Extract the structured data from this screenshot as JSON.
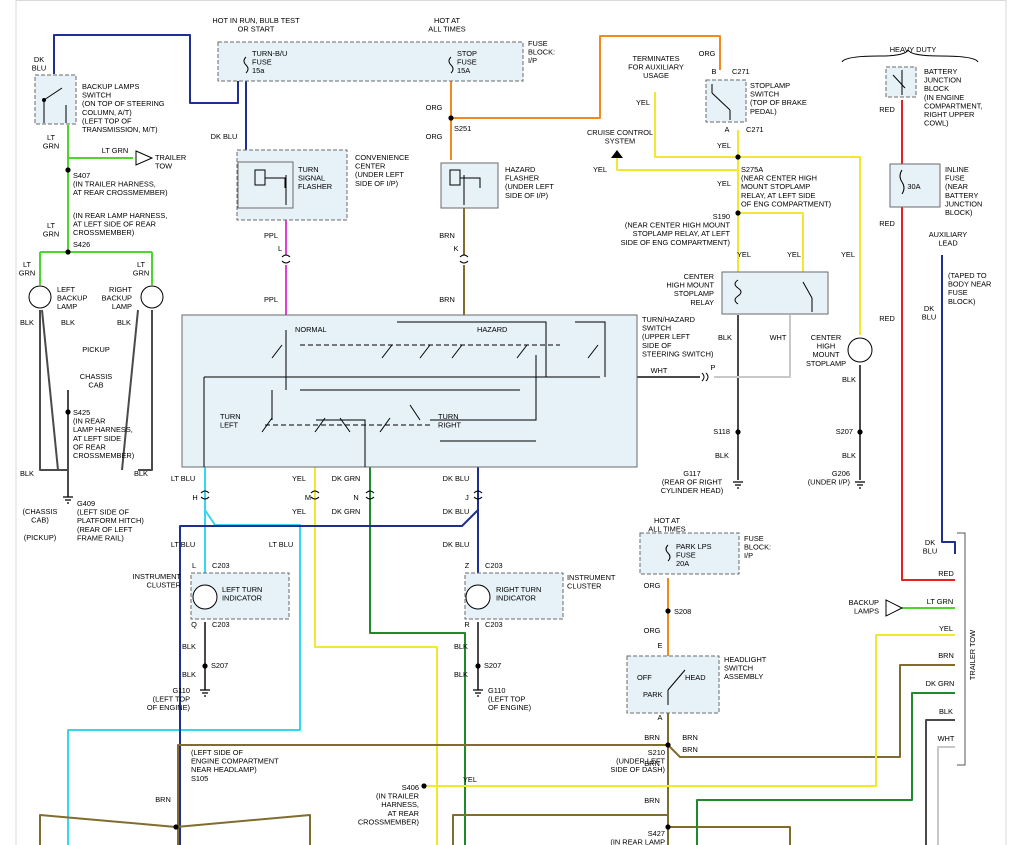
{
  "border_color": "#d9d9d9",
  "colors": {
    "dk_blu": "#1f2f8f",
    "lt_blu": "#37d6f0",
    "lt_grn": "#4ed62c",
    "dk_grn": "#1e8a30",
    "ppl": "#e040d0",
    "brn": "#806d2e",
    "org": "#f08a1c",
    "yel": "#f2e830",
    "red": "#e62020",
    "blk": "#4a4a4a",
    "wht": "#c8c8c8",
    "box_fill": "#e6f1f8",
    "box_stroke": "#6a6a6a"
  },
  "texts": [
    {
      "id": "hot-run",
      "lines": [
        "HOT IN RUN, BULB TEST",
        "OR START"
      ],
      "anchor": "middle"
    },
    {
      "id": "hot-all-times-top",
      "lines": [
        "HOT AT",
        "ALL TIMES"
      ],
      "anchor": "middle"
    },
    {
      "id": "fuse-block-ip",
      "lines": [
        "FUSE",
        "BLOCK:",
        "I/P"
      ],
      "anchor": "start"
    },
    {
      "id": "turn-bu-fuse",
      "lines": [
        "TURN-B/U",
        "FUSE",
        "15a"
      ],
      "anchor": "start"
    },
    {
      "id": "stop-fuse",
      "lines": [
        "STOP",
        "FUSE",
        "15A"
      ],
      "anchor": "start"
    },
    {
      "id": "dk-blu-top",
      "lines": [
        "DK",
        "BLU"
      ],
      "anchor": "middle"
    },
    {
      "id": "backup-switch",
      "lines": [
        "BACKUP LAMPS",
        "SWITCH",
        "(ON TOP OF STEERING",
        "COLUMN, A/T)",
        "(LEFT TOP OF",
        "TRANSMISSION, M/T)"
      ],
      "anchor": "start"
    },
    {
      "id": "lt-grn-1",
      "lines": [
        "LT",
        "GRN"
      ],
      "anchor": "middle"
    },
    {
      "id": "lt-grn-trailer",
      "lines": [
        "LT GRN"
      ],
      "anchor": "middle"
    },
    {
      "id": "trailer-tow",
      "lines": [
        "TRAILER",
        "TOW"
      ],
      "anchor": "start"
    },
    {
      "id": "s407",
      "lines": [
        "S407",
        "(IN TRAILER HARNESS,",
        "AT REAR CROSSMEMBER)"
      ],
      "anchor": "start"
    },
    {
      "id": "rear-lamp-harness",
      "lines": [
        "(IN REAR LAMP HARNESS,",
        "AT LEFT SIDE OF REAR",
        "CROSSMEMBER)"
      ],
      "anchor": "start"
    },
    {
      "id": "lt-grn-2",
      "lines": [
        "LT",
        "GRN"
      ],
      "anchor": "middle"
    },
    {
      "id": "s426",
      "lines": [
        "S426"
      ],
      "anchor": "start"
    },
    {
      "id": "lt-grn-3",
      "lines": [
        "LT",
        "GRN"
      ],
      "anchor": "middle"
    },
    {
      "id": "lt-grn-4",
      "lines": [
        "LT",
        "GRN"
      ],
      "anchor": "middle"
    },
    {
      "id": "left-backup-lamp",
      "lines": [
        "LEFT",
        "BACKUP",
        "LAMP"
      ],
      "anchor": "start"
    },
    {
      "id": "right-backup-lamp",
      "lines": [
        "RIGHT",
        "BACKUP",
        "LAMP"
      ],
      "anchor": "end"
    },
    {
      "id": "blk-l1",
      "lines": [
        "BLK"
      ],
      "anchor": "middle"
    },
    {
      "id": "blk-l2",
      "lines": [
        "BLK"
      ],
      "anchor": "middle"
    },
    {
      "id": "blk-r1",
      "lines": [
        "BLK"
      ],
      "anchor": "middle"
    },
    {
      "id": "pickup-1",
      "lines": [
        "PICKUP"
      ],
      "anchor": "middle"
    },
    {
      "id": "chassis-cab",
      "lines": [
        "CHASSIS",
        "CAB"
      ],
      "anchor": "middle"
    },
    {
      "id": "s425",
      "lines": [
        "S425",
        "(IN REAR",
        "LAMP HARNESS,",
        "AT LEFT SIDE",
        "OF REAR",
        "CROSSMEMBER)"
      ],
      "anchor": "start"
    },
    {
      "id": "blk-l3",
      "lines": [
        "BLK"
      ],
      "anchor": "middle"
    },
    {
      "id": "blk-r2",
      "lines": [
        "BLK"
      ],
      "anchor": "middle"
    },
    {
      "id": "chassis-cab-2",
      "lines": [
        "(CHASSIS",
        "CAB)"
      ],
      "anchor": "middle"
    },
    {
      "id": "g409",
      "lines": [
        "G409",
        "(LEFT SIDE OF",
        "PLATFORM HITCH)",
        "(REAR OF LEFT",
        "FRAME RAIL)"
      ],
      "anchor": "start"
    },
    {
      "id": "pickup-2",
      "lines": [
        "(PICKUP)"
      ],
      "anchor": "middle"
    },
    {
      "id": "dk-blu-2",
      "lines": [
        "DK BLU"
      ],
      "anchor": "middle"
    },
    {
      "id": "conv-center",
      "lines": [
        "CONVENIENCE",
        "CENTER",
        "(UNDER LEFT",
        "SIDE OF I/P)"
      ],
      "anchor": "start"
    },
    {
      "id": "turn-flasher",
      "lines": [
        "TURN",
        "SIGNAL",
        "FLASHER"
      ],
      "anchor": "start"
    },
    {
      "id": "org-1",
      "lines": [
        "ORG"
      ],
      "anchor": "middle"
    },
    {
      "id": "org-2",
      "lines": [
        "ORG"
      ],
      "anchor": "middle"
    },
    {
      "id": "s251",
      "lines": [
        "S251"
      ],
      "anchor": "start"
    },
    {
      "id": "hazard-flasher",
      "lines": [
        "HAZARD",
        "FLASHER",
        "(UNDER LEFT",
        "SIDE OF I/P)"
      ],
      "anchor": "start"
    },
    {
      "id": "ppl-1",
      "lines": [
        "PPL"
      ],
      "anchor": "middle"
    },
    {
      "id": "l-conn",
      "lines": [
        "L"
      ],
      "anchor": "middle"
    },
    {
      "id": "ppl-2",
      "lines": [
        "PPL"
      ],
      "anchor": "middle"
    },
    {
      "id": "brn-1",
      "lines": [
        "BRN"
      ],
      "anchor": "middle"
    },
    {
      "id": "k-conn",
      "lines": [
        "K"
      ],
      "anchor": "middle"
    },
    {
      "id": "brn-2",
      "lines": [
        "BRN"
      ],
      "anchor": "middle"
    },
    {
      "id": "normal",
      "lines": [
        "NORMAL"
      ],
      "anchor": "start"
    },
    {
      "id": "hazard",
      "lines": [
        "HAZARD"
      ],
      "anchor": "start"
    },
    {
      "id": "turn-left",
      "lines": [
        "TURN",
        "LEFT"
      ],
      "anchor": "start"
    },
    {
      "id": "turn-right",
      "lines": [
        "TURN",
        "RIGHT"
      ],
      "anchor": "start"
    },
    {
      "id": "turn-hazard-sw",
      "lines": [
        "TURN/HAZARD",
        "SWITCH",
        "(UPPER LEFT",
        "SIDE OF",
        "STEERING SWITCH)"
      ],
      "anchor": "start"
    },
    {
      "id": "wht-1",
      "lines": [
        "WHT"
      ],
      "anchor": "middle"
    },
    {
      "id": "p-conn",
      "lines": [
        "P"
      ],
      "anchor": "middle"
    },
    {
      "id": "terminates",
      "lines": [
        "TERMINATES",
        "FOR AUXILIARY",
        "USAGE"
      ],
      "anchor": "middle"
    },
    {
      "id": "org-3",
      "lines": [
        "ORG"
      ],
      "anchor": "middle"
    },
    {
      "id": "b-conn",
      "lines": [
        "B"
      ],
      "anchor": "middle"
    },
    {
      "id": "c271-1",
      "lines": [
        "C271"
      ],
      "anchor": "start"
    },
    {
      "id": "stoplamp-switch",
      "lines": [
        "STOPLAMP",
        "SWITCH",
        "(TOP OF BRAKE",
        "PEDAL)"
      ],
      "anchor": "start"
    },
    {
      "id": "yel-1",
      "lines": [
        "YEL"
      ],
      "anchor": "middle"
    },
    {
      "id": "a-conn-1",
      "lines": [
        "A"
      ],
      "anchor": "middle"
    },
    {
      "id": "c271-2",
      "lines": [
        "C271"
      ],
      "anchor": "start"
    },
    {
      "id": "cruise-control",
      "lines": [
        "CRUISE CONTROL",
        "SYSTEM"
      ],
      "anchor": "middle"
    },
    {
      "id": "yel-2",
      "lines": [
        "YEL"
      ],
      "anchor": "middle"
    },
    {
      "id": "yel-3",
      "lines": [
        "YEL"
      ],
      "anchor": "middle"
    },
    {
      "id": "yel-4",
      "lines": [
        "YEL"
      ],
      "anchor": "middle"
    },
    {
      "id": "s275a",
      "lines": [
        "S275A",
        "(NEAR CENTER HIGH",
        "MOUNT STOPLAMP",
        "RELAY, AT LEFT SIDE",
        "OF ENG COMPARTMENT)"
      ],
      "anchor": "start"
    },
    {
      "id": "s190",
      "lines": [
        "S190",
        "(NEAR CENTER HIGH MOUNT",
        "STOPLAMP RELAY, AT LEFT",
        "SIDE OF ENG COMPARTMENT)"
      ],
      "anchor": "end"
    },
    {
      "id": "yel-5",
      "lines": [
        "YEL"
      ],
      "anchor": "middle"
    },
    {
      "id": "yel-6",
      "lines": [
        "YEL"
      ],
      "anchor": "middle"
    },
    {
      "id": "yel-7",
      "lines": [
        "YEL"
      ],
      "anchor": "middle"
    },
    {
      "id": "chmsl-relay",
      "lines": [
        "CENTER",
        "HIGH MOUNT",
        "STOPLAMP",
        "RELAY"
      ],
      "anchor": "end"
    },
    {
      "id": "blk-2",
      "lines": [
        "BLK"
      ],
      "anchor": "middle"
    },
    {
      "id": "wht-2",
      "lines": [
        "WHT"
      ],
      "anchor": "middle"
    },
    {
      "id": "center-high-mount",
      "lines": [
        "CENTER",
        "HIGH",
        "MOUNT",
        "STOPLAMP"
      ],
      "anchor": "middle"
    },
    {
      "id": "blk-3",
      "lines": [
        "BLK"
      ],
      "anchor": "middle"
    },
    {
      "id": "s118",
      "lines": [
        "S118"
      ],
      "anchor": "end"
    },
    {
      "id": "blk-4",
      "lines": [
        "BLK"
      ],
      "anchor": "middle"
    },
    {
      "id": "g117",
      "lines": [
        "G117",
        "(REAR OF RIGHT",
        "CYLINDER HEAD)"
      ],
      "anchor": "middle"
    },
    {
      "id": "s207-1",
      "lines": [
        "S207"
      ],
      "anchor": "end"
    },
    {
      "id": "blk-5",
      "lines": [
        "BLK"
      ],
      "anchor": "middle"
    },
    {
      "id": "g206",
      "lines": [
        "G206",
        "(UNDER I/P)"
      ],
      "anchor": "end"
    },
    {
      "id": "heavy-duty",
      "lines": [
        "HEAVY DUTY"
      ],
      "anchor": "middle"
    },
    {
      "id": "battery-junction",
      "lines": [
        "BATTERY",
        "JUNCTION",
        "BLOCK",
        "(IN ENGINE",
        "COMPARTMENT,",
        "RIGHT UPPER",
        "COWL)"
      ],
      "anchor": "start"
    },
    {
      "id": "red-1",
      "lines": [
        "RED"
      ],
      "anchor": "middle"
    },
    {
      "id": "inline-fuse",
      "lines": [
        "INLINE",
        "FUSE",
        "(NEAR",
        "BATTERY",
        "JUNCTION",
        "BLOCK)"
      ],
      "anchor": "start"
    },
    {
      "id": "fuse-30a",
      "lines": [
        "30A"
      ],
      "anchor": "middle"
    },
    {
      "id": "red-2",
      "lines": [
        "RED"
      ],
      "anchor": "middle"
    },
    {
      "id": "aux-lead",
      "lines": [
        "AUXILIARY",
        "LEAD"
      ],
      "anchor": "middle"
    },
    {
      "id": "red-3",
      "lines": [
        "RED"
      ],
      "anchor": "middle"
    },
    {
      "id": "taped",
      "lines": [
        "(TAPED TO",
        "BODY NEAR",
        "FUSE",
        "BLOCK)"
      ],
      "anchor": "start"
    },
    {
      "id": "dk-blu-r",
      "lines": [
        "DK",
        "BLU"
      ],
      "anchor": "middle"
    },
    {
      "id": "lt-blu-1",
      "lines": [
        "LT BLU"
      ],
      "anchor": "middle"
    },
    {
      "id": "h-conn",
      "lines": [
        "H"
      ],
      "anchor": "middle"
    },
    {
      "id": "yel-8",
      "lines": [
        "YEL"
      ],
      "anchor": "middle"
    },
    {
      "id": "m-conn",
      "lines": [
        "M"
      ],
      "anchor": "middle"
    },
    {
      "id": "yel-9",
      "lines": [
        "YEL"
      ],
      "anchor": "middle"
    },
    {
      "id": "dk-grn-1",
      "lines": [
        "DK GRN"
      ],
      "anchor": "middle"
    },
    {
      "id": "n-conn",
      "lines": [
        "N"
      ],
      "anchor": "middle"
    },
    {
      "id": "dk-grn-2",
      "lines": [
        "DK GRN"
      ],
      "anchor": "middle"
    },
    {
      "id": "dk-blu-3",
      "lines": [
        "DK BLU"
      ],
      "anchor": "middle"
    },
    {
      "id": "j-conn",
      "lines": [
        "J"
      ],
      "anchor": "middle"
    },
    {
      "id": "dk-blu-4",
      "lines": [
        "DK BLU"
      ],
      "anchor": "middle"
    },
    {
      "id": "lt-blu-2",
      "lines": [
        "LT BLU"
      ],
      "anchor": "middle"
    },
    {
      "id": "lt-blu-3",
      "lines": [
        "LT BLU"
      ],
      "anchor": "middle"
    },
    {
      "id": "dk-blu-5",
      "lines": [
        "DK BLU"
      ],
      "anchor": "middle"
    },
    {
      "id": "instrument-cluster-l",
      "lines": [
        "INSTRUMENT",
        "CLUSTER"
      ],
      "anchor": "end"
    },
    {
      "id": "l-conn-2",
      "lines": [
        "L"
      ],
      "anchor": "middle"
    },
    {
      "id": "c203-1",
      "lines": [
        "C203"
      ],
      "anchor": "start"
    },
    {
      "id": "left-turn-ind",
      "lines": [
        "LEFT TURN",
        "INDICATOR"
      ],
      "anchor": "start"
    },
    {
      "id": "q-conn",
      "lines": [
        "Q"
      ],
      "anchor": "middle"
    },
    {
      "id": "c203-2",
      "lines": [
        "C203"
      ],
      "anchor": "start"
    },
    {
      "id": "blk-6",
      "lines": [
        "BLK"
      ],
      "anchor": "middle"
    },
    {
      "id": "s207-2",
      "lines": [
        "S207"
      ],
      "anchor": "start"
    },
    {
      "id": "blk-7",
      "lines": [
        "BLK"
      ],
      "anchor": "middle"
    },
    {
      "id": "g110-1",
      "lines": [
        "G110",
        "(LEFT TOP",
        "OF ENGINE)"
      ],
      "anchor": "end"
    },
    {
      "id": "z-conn",
      "lines": [
        "Z"
      ],
      "anchor": "middle"
    },
    {
      "id": "c203-3",
      "lines": [
        "C203"
      ],
      "anchor": "start"
    },
    {
      "id": "right-turn-ind",
      "lines": [
        "RIGHT TURN",
        "INDICATOR"
      ],
      "anchor": "start"
    },
    {
      "id": "instrument-cluster-r",
      "lines": [
        "INSTRUMENT",
        "CLUSTER"
      ],
      "anchor": "start"
    },
    {
      "id": "r-conn",
      "lines": [
        "R"
      ],
      "anchor": "middle"
    },
    {
      "id": "c203-4",
      "lines": [
        "C203"
      ],
      "anchor": "start"
    },
    {
      "id": "blk-8",
      "lines": [
        "BLK"
      ],
      "anchor": "middle"
    },
    {
      "id": "s207-3",
      "lines": [
        "S207"
      ],
      "anchor": "start"
    },
    {
      "id": "blk-9",
      "lines": [
        "BLK"
      ],
      "anchor": "middle"
    },
    {
      "id": "g110-2",
      "lines": [
        "G110",
        "(LEFT TOP",
        "OF ENGINE)"
      ],
      "anchor": "start"
    },
    {
      "id": "hot-all-times-2",
      "lines": [
        "HOT AT",
        "ALL TIMES"
      ],
      "anchor": "middle"
    },
    {
      "id": "park-lps-fuse",
      "lines": [
        "PARK LPS",
        "FUSE",
        "20A"
      ],
      "anchor": "start"
    },
    {
      "id": "fuse-block-2",
      "lines": [
        "FUSE",
        "BLOCK:",
        "I/P"
      ],
      "anchor": "start"
    },
    {
      "id": "org-4",
      "lines": [
        "ORG"
      ],
      "anchor": "middle"
    },
    {
      "id": "s208",
      "lines": [
        "S208"
      ],
      "anchor": "start"
    },
    {
      "id": "org-5",
      "lines": [
        "ORG"
      ],
      "anchor": "middle"
    },
    {
      "id": "e-conn",
      "lines": [
        "E"
      ],
      "anchor": "middle"
    },
    {
      "id": "headlight-switch",
      "lines": [
        "HEADLIGHT",
        "SWITCH",
        "ASSEMBLY"
      ],
      "anchor": "start"
    },
    {
      "id": "off",
      "lines": [
        "OFF"
      ],
      "anchor": "start"
    },
    {
      "id": "head",
      "lines": [
        "HEAD"
      ],
      "anchor": "start"
    },
    {
      "id": "park",
      "lines": [
        "PARK"
      ],
      "anchor": "start"
    },
    {
      "id": "a-conn-2",
      "lines": [
        "A"
      ],
      "anchor": "middle"
    },
    {
      "id": "brn-3",
      "lines": [
        "BRN"
      ],
      "anchor": "middle"
    },
    {
      "id": "brn-4",
      "lines": [
        "BRN"
      ],
      "anchor": "middle"
    },
    {
      "id": "brn-5",
      "lines": [
        "BRN"
      ],
      "anchor": "middle"
    },
    {
      "id": "brn-6",
      "lines": [
        "BRN"
      ],
      "anchor": "middle"
    },
    {
      "id": "s210",
      "lines": [
        "S210",
        "(UNDER LEFT",
        "SIDE OF DASH)"
      ],
      "anchor": "end"
    },
    {
      "id": "left-engine-comp",
      "lines": [
        "(LEFT SIDE OF",
        "ENGINE COMPARTMENT",
        "NEAR HEADLAMP)",
        "S105"
      ],
      "anchor": "start"
    },
    {
      "id": "brn-7",
      "lines": [
        "BRN"
      ],
      "anchor": "middle"
    },
    {
      "id": "s406",
      "lines": [
        "S406",
        "(IN TRAILER",
        "HARNESS,",
        "AT REAR",
        "CROSSMEMBER)"
      ],
      "anchor": "end"
    },
    {
      "id": "yel-10",
      "lines": [
        "YEL"
      ],
      "anchor": "middle"
    },
    {
      "id": "brn-8",
      "lines": [
        "BRN"
      ],
      "anchor": "middle"
    },
    {
      "id": "s427",
      "lines": [
        "S427",
        "(IN REAR LAMP"
      ],
      "anchor": "end"
    },
    {
      "id": "dk-blu-6",
      "lines": [
        "DK",
        "BLU"
      ],
      "anchor": "middle"
    },
    {
      "id": "red-4",
      "lines": [
        "RED"
      ],
      "anchor": "middle"
    },
    {
      "id": "backup-lamps-2",
      "lines": [
        "BACKUP",
        "LAMPS"
      ],
      "anchor": "end"
    },
    {
      "id": "lt-grn-5",
      "lines": [
        "LT GRN"
      ],
      "anchor": "middle"
    },
    {
      "id": "yel-11",
      "lines": [
        "YEL"
      ],
      "anchor": "middle"
    },
    {
      "id": "brn-9",
      "lines": [
        "BRN"
      ],
      "anchor": "middle"
    },
    {
      "id": "dk-grn-3",
      "lines": [
        "DK GRN"
      ],
      "anchor": "middle"
    },
    {
      "id": "blk-10",
      "lines": [
        "BLK"
      ],
      "anchor": "middle"
    },
    {
      "id": "wht-3",
      "lines": [
        "WHT"
      ],
      "anchor": "middle"
    },
    {
      "id": "trailer-tow-v",
      "lines": [
        "TRAILER TOW"
      ],
      "anchor": "middle"
    }
  ]
}
